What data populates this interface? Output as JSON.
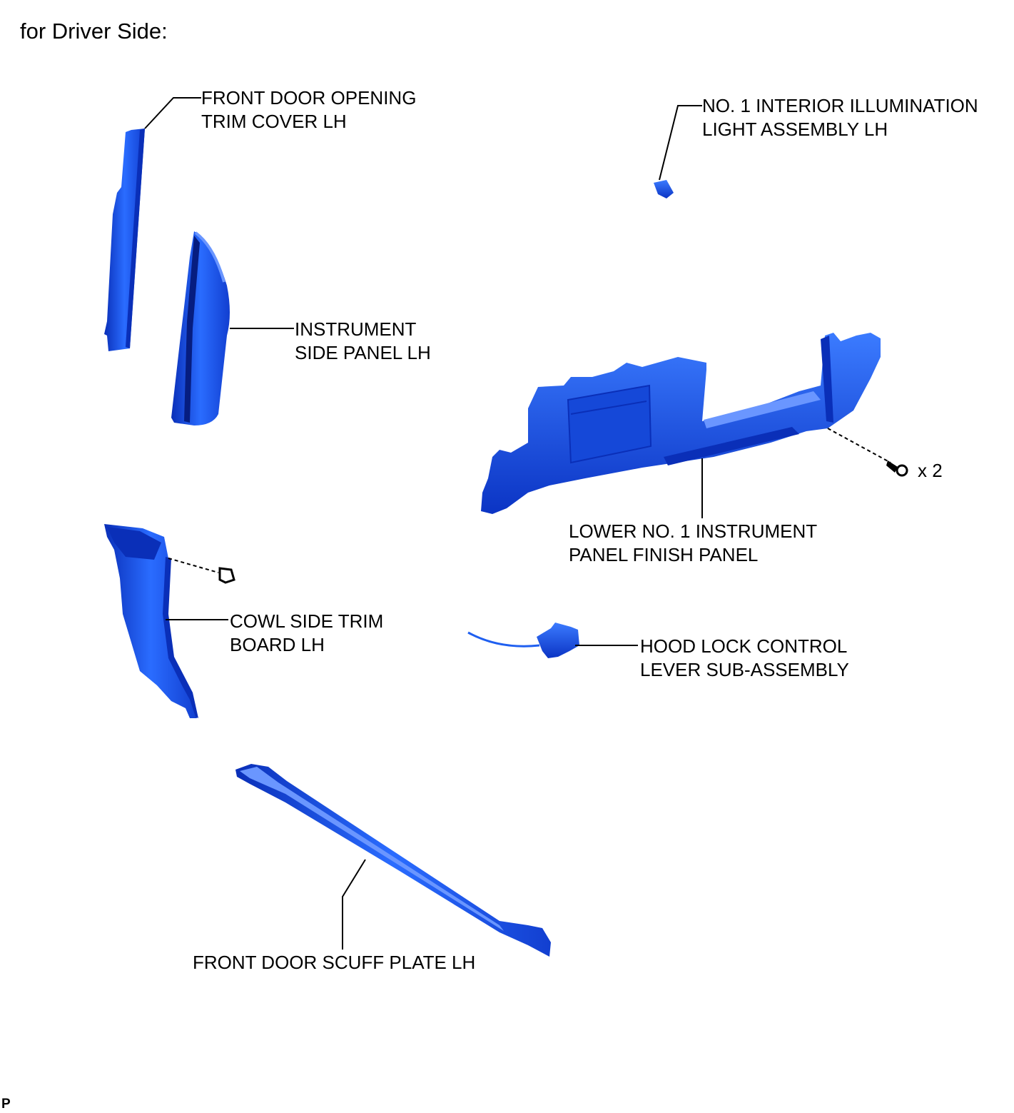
{
  "page": {
    "heading": "for Driver Side:",
    "footer_mark": "P"
  },
  "colors": {
    "part_fill": "#1f5ff0",
    "part_dark": "#0a2fb8",
    "part_light": "#6a96ff",
    "leader": "#000000"
  },
  "callouts": {
    "front_door_opening_trim_cover": {
      "line1": "FRONT DOOR OPENING",
      "line2": "TRIM COVER LH"
    },
    "interior_illumination_light": {
      "line1": "NO. 1 INTERIOR ILLUMINATION",
      "line2": "LIGHT ASSEMBLY LH"
    },
    "instrument_side_panel": {
      "line1": "INSTRUMENT",
      "line2": "SIDE PANEL LH"
    },
    "lower_finish_panel": {
      "line1": "LOWER NO. 1 INSTRUMENT",
      "line2": "PANEL FINISH PANEL"
    },
    "screw_quantity": "x 2",
    "cowl_side_trim_board": {
      "line1": "COWL SIDE TRIM",
      "line2": "BOARD LH"
    },
    "hood_lock_control_lever": {
      "line1": "HOOD LOCK CONTROL",
      "line2": "LEVER SUB-ASSEMBLY"
    },
    "front_door_scuff_plate": {
      "line1": "FRONT DOOR SCUFF PLATE LH"
    }
  }
}
